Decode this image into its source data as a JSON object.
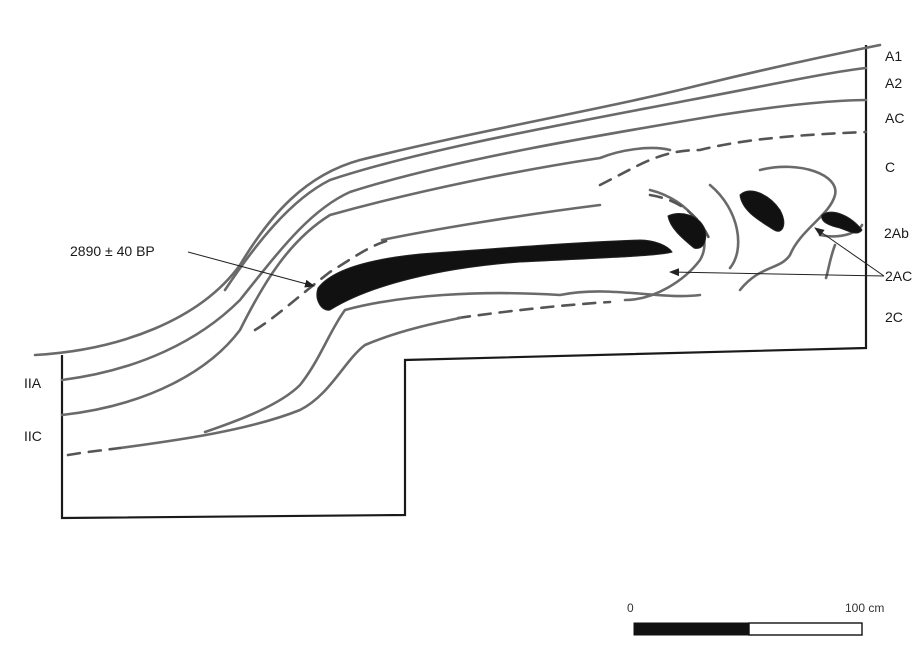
{
  "date_label": "2890 ± 40 BP",
  "horizons_right": [
    "A1",
    "A2",
    "AC",
    "C",
    "2Ab",
    "2AC",
    "2C"
  ],
  "horizons_left": [
    "IIA",
    "IIC"
  ],
  "scale": {
    "start": "0",
    "end": "100 cm"
  }
}
